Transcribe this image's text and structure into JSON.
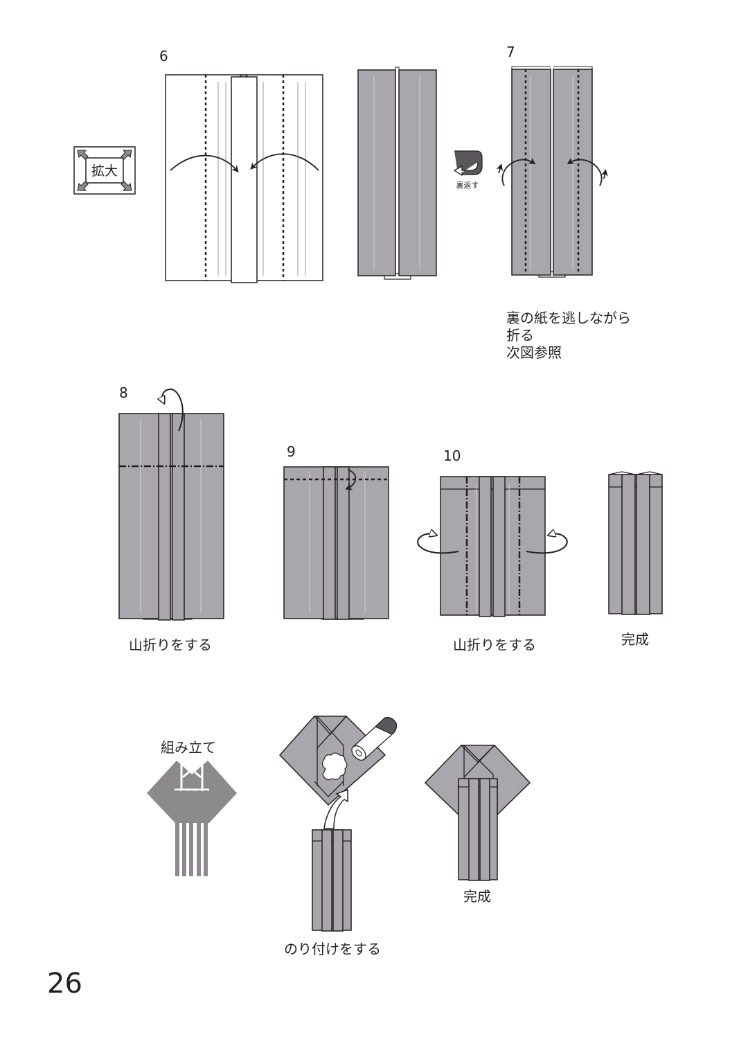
{
  "page_number": "26",
  "steps": {
    "s6": "6",
    "s7": "7",
    "s8": "8",
    "s9": "9",
    "s10": "10"
  },
  "enlarge_label": "拡大",
  "flip_label": "裏返す",
  "note_lines": [
    "裏の紙を逃しながら",
    "折る",
    "次図参照"
  ],
  "mountain_fold_1": "山折りをする",
  "mountain_fold_2": "山折りをする",
  "complete_1": "完成",
  "assembly_label": "組み立て",
  "glue_label": "のり付けをする",
  "complete_2": "完成",
  "colors": {
    "paper_gray": "#a9a7ac",
    "dark_gray": "#8c8a8d",
    "line": "#231f20"
  }
}
